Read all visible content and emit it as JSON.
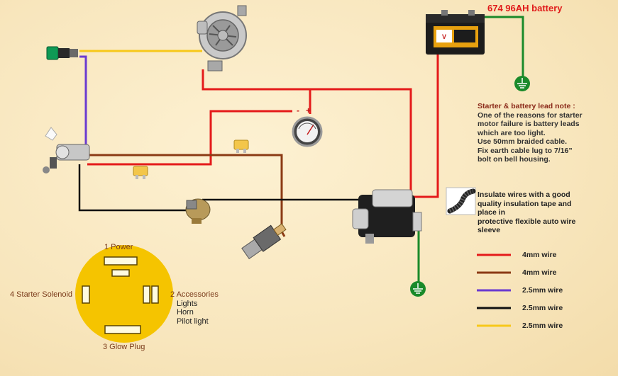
{
  "battery": {
    "title": "674 96AH battery"
  },
  "gauge": {
    "minus": "-",
    "plus": "+"
  },
  "note": {
    "heading": "Starter & battery lead note :",
    "lines": [
      "One of the reasons for starter",
      "motor failure is battery leads",
      "which are too light.",
      "Use 50mm braided cable.",
      "Fix earth cable lug to 7/16”",
      "bolt on bell housing."
    ]
  },
  "insulate": {
    "lines": [
      "Insulate wires with a good",
      "quality insulation tape and",
      "place in",
      "protective flexible auto wire",
      "sleeve"
    ]
  },
  "switch_terminals": {
    "power": "1 Power",
    "accessories": "2 Accessories",
    "accessory_items": [
      "Lights",
      "Horn",
      "Pilot light"
    ],
    "glow_plug": "3 Glow Plug",
    "starter_solenoid": "4 Starter Solenoid"
  },
  "legend": [
    {
      "color": "#e41a1a",
      "label": "4mm wire"
    },
    {
      "color": "#8b3a14",
      "label": "4mm wire"
    },
    {
      "color": "#6a3ad0",
      "label": "2.5mm wire"
    },
    {
      "color": "#111111",
      "label": "2.5mm wire"
    },
    {
      "color": "#f7c81a",
      "label": "2.5mm wire"
    }
  ],
  "colors": {
    "red": "#e41a1a",
    "brown": "#8b3a14",
    "purple": "#6a3ad0",
    "black": "#111111",
    "yellow": "#f7c81a",
    "green": "#1a8a2a",
    "switch_face": "#f5c400"
  },
  "icons": {
    "battery": "car-battery-icon",
    "alternator": "alternator-icon",
    "warning_light": "green-warning-light-icon",
    "ammeter": "ammeter-gauge-icon",
    "ignition_switch": "ignition-switch-icon",
    "fuse": "blade-fuse-icon",
    "oil_pressure_switch": "oil-pressure-switch-icon",
    "glow_plug": "glow-plug-icon",
    "starter_motor": "starter-motor-icon",
    "earth": "earth-ground-icon",
    "sleeve": "wire-sleeve-icon"
  }
}
